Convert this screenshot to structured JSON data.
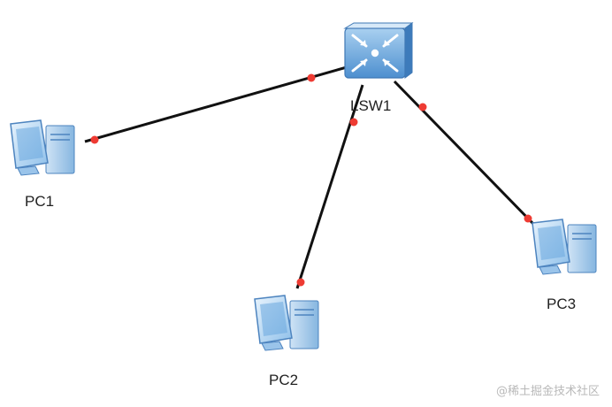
{
  "diagram": {
    "nodes": [
      {
        "id": "LSW1",
        "label": "LSW1",
        "kind": "switch",
        "icon": "switch-icon"
      },
      {
        "id": "PC1",
        "label": "PC1",
        "kind": "pc",
        "icon": "pc-icon"
      },
      {
        "id": "PC2",
        "label": "PC2",
        "kind": "pc",
        "icon": "pc-icon"
      },
      {
        "id": "PC3",
        "label": "PC3",
        "kind": "pc",
        "icon": "pc-icon"
      }
    ],
    "links": [
      {
        "from": "LSW1",
        "to": "PC1"
      },
      {
        "from": "LSW1",
        "to": "PC2"
      },
      {
        "from": "LSW1",
        "to": "PC3"
      }
    ],
    "colors": {
      "link": "#111111",
      "port_dot": "#ee3b33",
      "switch_fill": "#6aa6dc",
      "pc_fill": "#7bb3e0"
    }
  },
  "watermark": "@稀土掘金技术社区"
}
